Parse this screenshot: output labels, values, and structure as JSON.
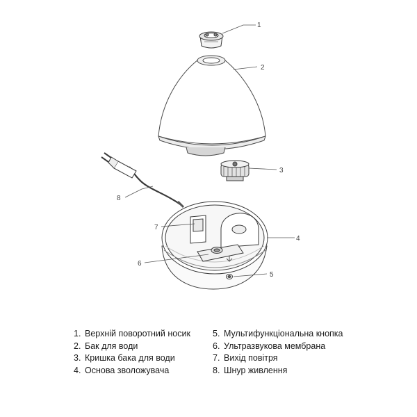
{
  "callouts": [
    "1",
    "2",
    "3",
    "4",
    "5",
    "6",
    "7",
    "8"
  ],
  "legend": {
    "left": [
      {
        "num": "1.",
        "text": "Верхній поворотний носик"
      },
      {
        "num": "2.",
        "text": "Бак для води"
      },
      {
        "num": "3.",
        "text": "Кришка бака для води"
      },
      {
        "num": "4.",
        "text": "Основа зволожувача"
      }
    ],
    "right": [
      {
        "num": "5.",
        "text": "Мультифункціональна кнопка"
      },
      {
        "num": "6.",
        "text": "Ультразвукова мембрана"
      },
      {
        "num": "7.",
        "text": "Вихід повітря"
      },
      {
        "num": "8.",
        "text": "Шнур живлення"
      }
    ]
  }
}
